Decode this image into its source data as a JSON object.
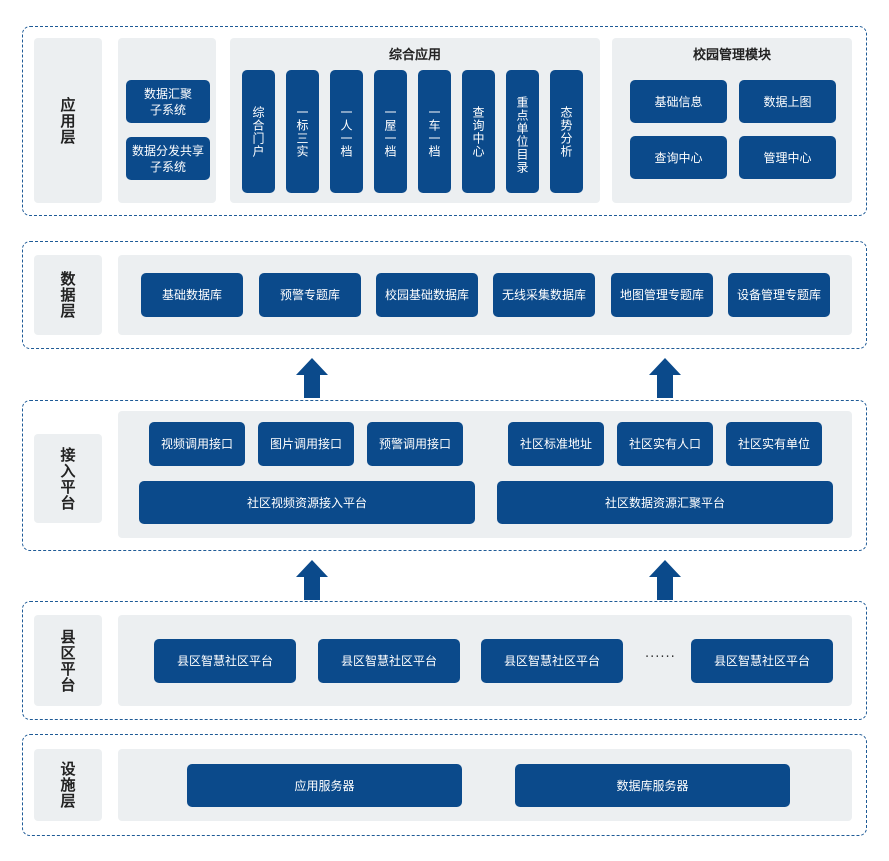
{
  "layers": {
    "application": "应用层",
    "data": "数据层",
    "access": "接入平台",
    "county": "县区平台",
    "facility": "设施层"
  },
  "app": {
    "left_items": [
      "数据汇聚子系统",
      "数据分发共享子系统"
    ],
    "left_labels": [
      "数据汇聚\n子系统",
      "数据分发共享\n子系统"
    ],
    "comprehensive_title": "综合应用",
    "comprehensive_items": [
      "综合门户",
      "一标三实",
      "一人一档",
      "一屋一档",
      "一车一档",
      "查询中心",
      "重点单位目录",
      "态势分析"
    ],
    "campus_title": "校园管理模块",
    "campus_items": [
      "基础信息",
      "数据上图",
      "查询中心",
      "管理中心"
    ]
  },
  "data": {
    "items": [
      "基础数据库",
      "预警专题库",
      "校园基础数据库",
      "无线采集数据库",
      "地图管理专题库",
      "设备管理专题库"
    ]
  },
  "access": {
    "video_items": [
      "视频调用接口",
      "图片调用接口",
      "预警调用接口"
    ],
    "video_platform": "社区视频资源接入平台",
    "data_items": [
      "社区标准地址",
      "社区实有人口",
      "社区实有单位"
    ],
    "data_platform": "社区数据资源汇聚平台"
  },
  "county": {
    "items": [
      "县区智慧社区平台",
      "县区智慧社区平台",
      "县区智慧社区平台",
      "县区智慧社区平台"
    ],
    "ellipsis": "······"
  },
  "facility": {
    "items": [
      "应用服务器",
      "数据库服务器"
    ]
  },
  "colors": {
    "box": "#0b4a8b",
    "panel": "#eceff1",
    "border": "#1e5a96"
  }
}
